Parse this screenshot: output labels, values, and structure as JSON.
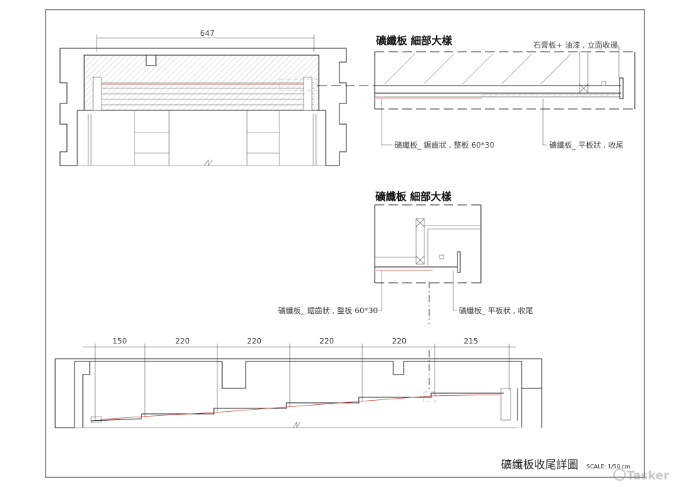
{
  "top_elevation": {
    "width_dim": "647"
  },
  "detail_1": {
    "title": "礦纖板 細部大樣",
    "note_top": "石膏板+ 油漆 , 立面收邊",
    "note_left": "礦纖板_ 鋸齒狀 , 整板 60*30",
    "note_right": "礦纖板_ 平板狀 , 收尾"
  },
  "detail_2": {
    "title": "礦纖板 細部大樣",
    "note_left": "礦纖板_ 鋸齒狀 , 整板 60*30",
    "note_right": "礦纖板_ 平板狀 , 收尾"
  },
  "section": {
    "dims": [
      "150",
      "220",
      "220",
      "220",
      "220",
      "215"
    ]
  },
  "title_block": {
    "title": "礦纖板收尾詳圖",
    "scale": "SCALE: 1/50  cm"
  },
  "watermark": "Tasker"
}
